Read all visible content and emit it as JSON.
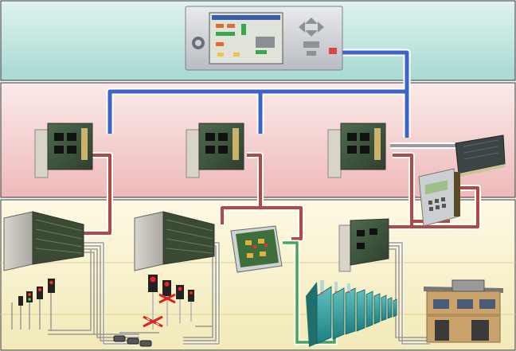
{
  "diagram": {
    "tiers": [
      {
        "name": "control-room-tier",
        "color_top": "#dff3ef",
        "color_bottom": "#a9d8d2"
      },
      {
        "name": "interlocking-tier",
        "color_top": "#fbeaea",
        "color_bottom": "#eeb9b9"
      },
      {
        "name": "field-tier",
        "color_top": "#fdf9e4",
        "color_bottom": "#f2eab7"
      }
    ],
    "links": {
      "blue": "#3c63c9",
      "red": "#b14a45",
      "gray": "#9a9a9a",
      "green": "#4aa35a"
    },
    "equipment": [
      {
        "name": "operator-console-panel",
        "icon": "console-panel-icon"
      },
      {
        "name": "cpu-card-1",
        "icon": "circuit-card-icon"
      },
      {
        "name": "cpu-card-2",
        "icon": "circuit-card-icon"
      },
      {
        "name": "cpu-card-3",
        "icon": "circuit-card-icon"
      },
      {
        "name": "expansion-module",
        "icon": "module-icon"
      },
      {
        "name": "keypad-terminal",
        "icon": "keypad-icon"
      },
      {
        "name": "card-rack-1",
        "icon": "rack-icon"
      },
      {
        "name": "card-rack-2",
        "icon": "rack-icon"
      },
      {
        "name": "io-board",
        "icon": "io-board-icon"
      },
      {
        "name": "card-rack-3",
        "icon": "rack-icon"
      },
      {
        "name": "railway-signals",
        "icon": "signal-mast-icon"
      },
      {
        "name": "crossing-signals",
        "icon": "crossing-signal-icon"
      },
      {
        "name": "point-machines",
        "icon": "point-machine-icon"
      },
      {
        "name": "ticket-gates",
        "icon": "gate-icon"
      },
      {
        "name": "station-building",
        "icon": "building-icon"
      }
    ]
  }
}
